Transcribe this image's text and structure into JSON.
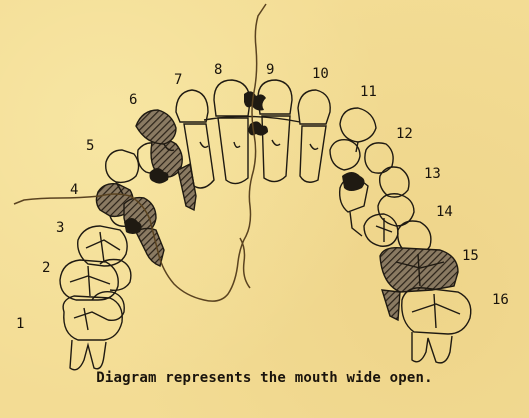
{
  "diagram": {
    "tooth_numbers": [
      "1",
      "2",
      "3",
      "4",
      "5",
      "6",
      "7",
      "8",
      "9",
      "10",
      "11",
      "12",
      "13",
      "14",
      "15",
      "16"
    ],
    "caption": "Diagram represents the mouth wide open."
  }
}
